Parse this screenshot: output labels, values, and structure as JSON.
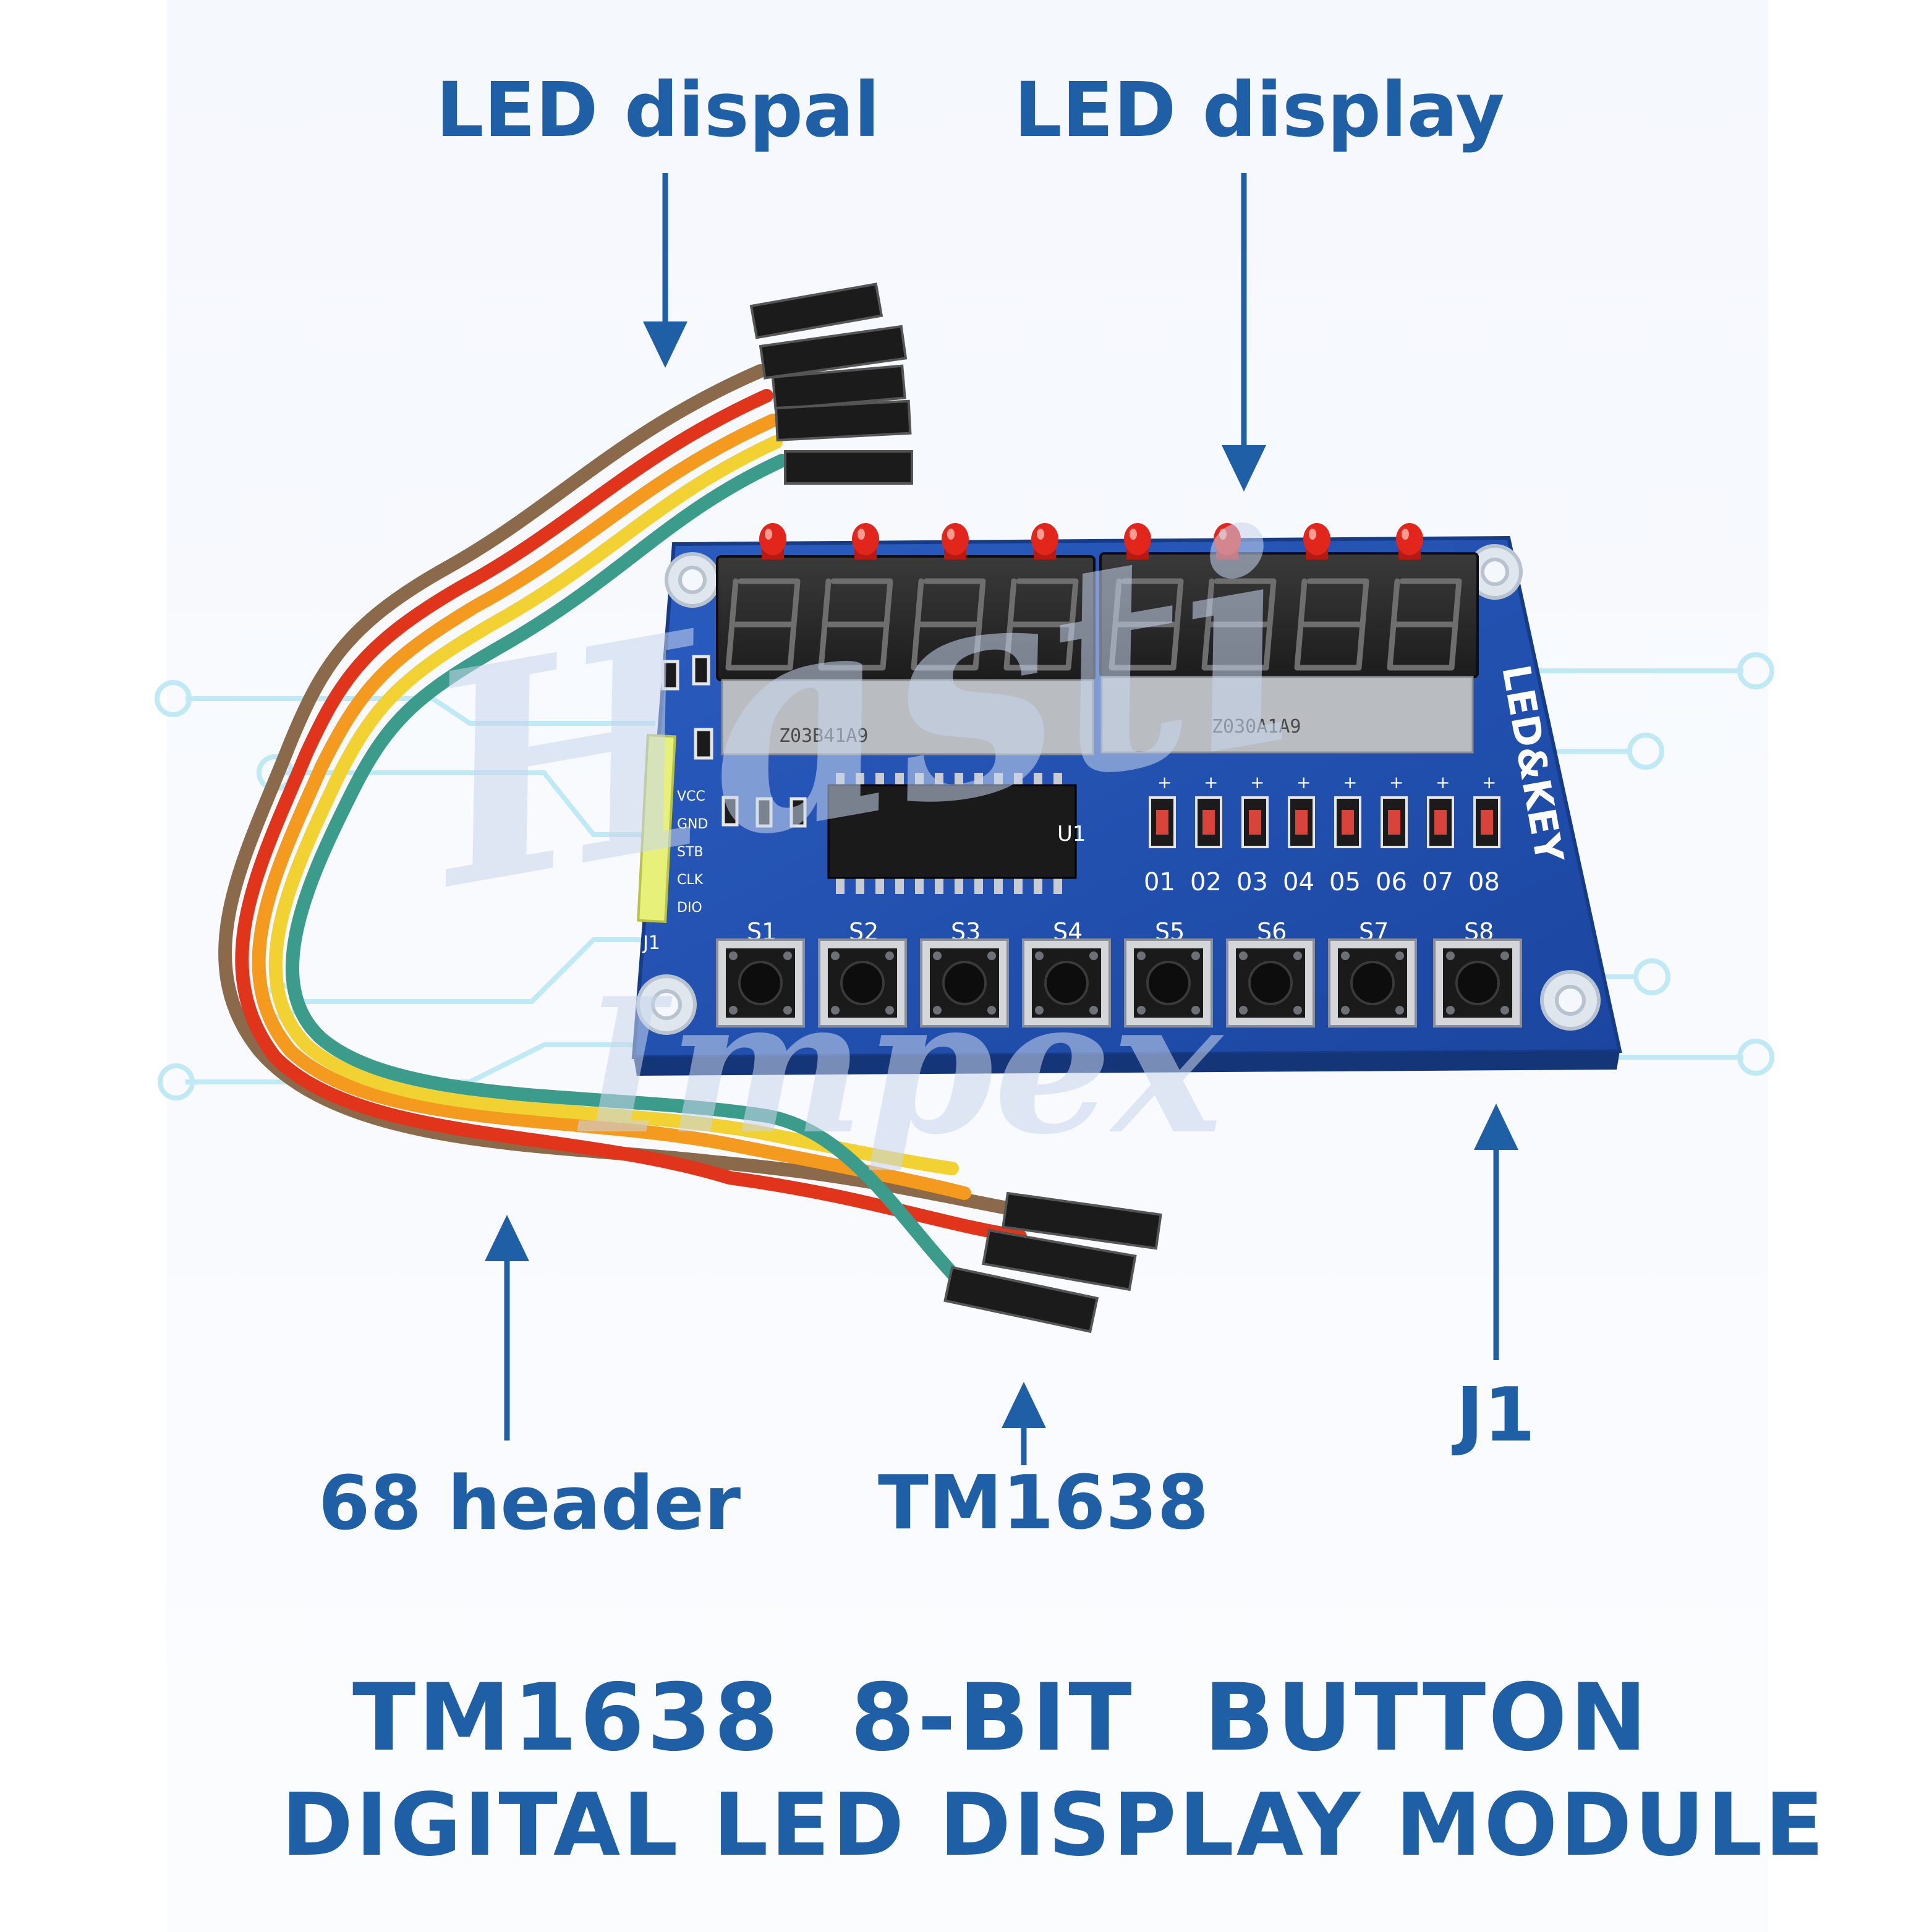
{
  "callouts": {
    "led_dispal": "LED dispal",
    "led_display": "LED display",
    "header": "68 header",
    "tm1638": "TM1638",
    "j1": "J1"
  },
  "title": {
    "line1": "TM1638  8-BIT  BUTTON",
    "line2": "DIGITAL LED DISPLAY MODULE"
  },
  "board": {
    "side_label": "LED&KEY",
    "chip_label": "U1",
    "connector_label": "J1",
    "pin_labels": [
      "VCC",
      "GND",
      "STB",
      "CLK",
      "DIO"
    ],
    "display_codes": [
      "Z03B41A9",
      "Z030A1A9"
    ],
    "led_labels": [
      "01",
      "02",
      "03",
      "04",
      "05",
      "06",
      "07",
      "08"
    ],
    "button_labels": [
      "S1",
      "S2",
      "S3",
      "S4",
      "S5",
      "S6",
      "S7",
      "S8"
    ]
  },
  "watermark": [
    "Hasti",
    "Impex"
  ],
  "colors": {
    "accent": "#1e5fa6",
    "pcb": "#1f4fae",
    "led_red": "#e3261c",
    "wires": [
      "#8a6a4a",
      "#e0341b",
      "#f39a1f",
      "#f2d233",
      "#3c9c8c"
    ]
  }
}
